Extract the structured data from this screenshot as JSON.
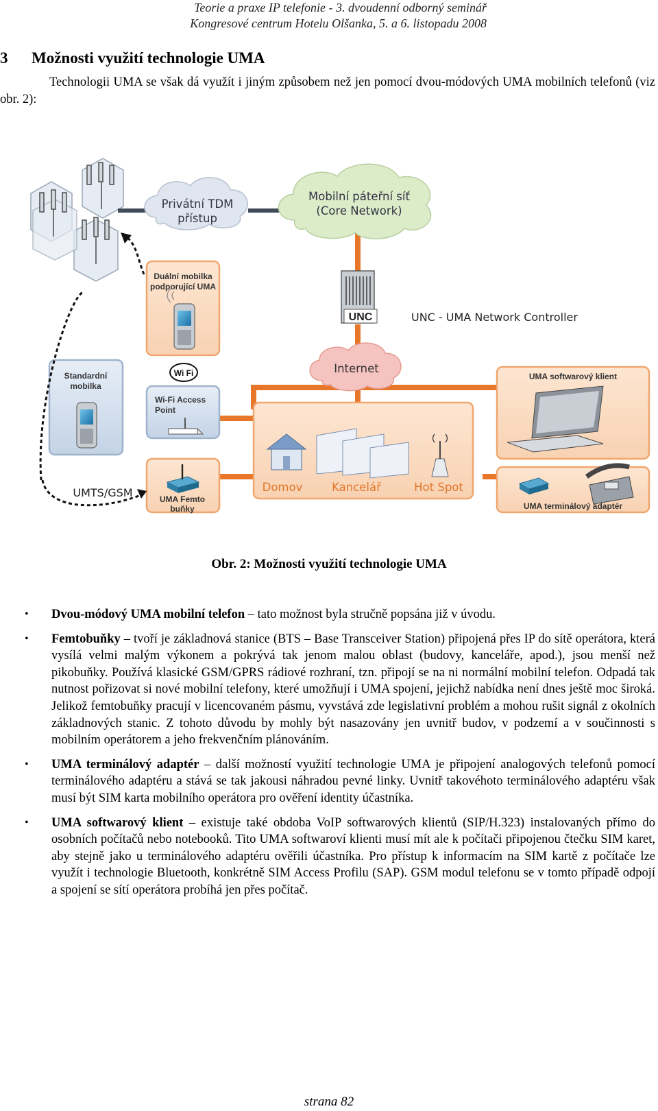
{
  "header": {
    "line1": "Teorie a praxe IP telefonie - 3. dvoudenní odborný seminář",
    "line2": "Kongresové centrum Hotelu Olšanka, 5. a 6. listopadu 2008"
  },
  "section": {
    "number": "3",
    "title": "Možnosti využití technologie UMA"
  },
  "intro": "Technologii UMA se však dá využít i jiným způsobem než jen pomocí dvou-módových UMA mobilních telefonů (viz obr. 2):",
  "figure": {
    "cloud_tdm_1": "Privátní TDM",
    "cloud_tdm_2": "přístup",
    "cloud_core_1": "Mobilní páteřní síť",
    "cloud_core_2": "(Core Network)",
    "dual_1": "Duální mobilka",
    "dual_2": "podporující UMA",
    "unc": "UNC",
    "unc_desc": "UNC - UMA Network Controller",
    "std_1": "Standardní",
    "std_2": "mobilka",
    "wifi_logo": "Wi Fi",
    "wifi_ap_1": "Wi-Fi Access",
    "wifi_ap_2": "Point",
    "internet": "Internet",
    "soft_client": "UMA softwarový klient",
    "domov": "Domov",
    "kancelar": "Kancelář",
    "hotspot": "Hot Spot",
    "umts": "UMTS/GSM",
    "femto_1": "UMA Femto",
    "femto_2": "buňky",
    "term_adapter": "UMA terminálový adaptér"
  },
  "caption": "Obr. 2: Možnosti využití technologie UMA",
  "bullets": [
    {
      "term": "Dvou-módový UMA mobilní telefon",
      "text": " – tato možnost byla stručně popsána již v úvodu."
    },
    {
      "term": "Femtobuňky",
      "text": " – tvoří je základnová stanice (BTS – Base Transceiver Station) připojená přes IP do sítě operátora, která vysílá velmi malým výkonem a pokrývá tak jenom malou oblast (budovy, kanceláře, apod.), jsou menší než pikobuňky. Používá klasické GSM/GPRS rádiové rozhraní, tzn. připojí se na ni normální mobilní telefon. Odpadá tak nutnost pořizovat si nové mobilní telefony, které umožňují i UMA spojení, jejichž nabídka není dnes ještě moc široká. Jelikož femtobuňky pracují v licencovaném pásmu, vyvstává zde legislativní problém a mohou rušit signál z okolních základnových stanic. Z tohoto důvodu by mohly být nasazovány jen uvnitř budov, v podzemí a v součinnosti s mobilním operátorem a jeho frekvenčním plánováním."
    },
    {
      "term": "UMA terminálový adaptér",
      "text": " – další možností využití technologie UMA je připojení analogových telefonů pomocí terminálového adaptéru a stává se tak jakousi náhradou pevné linky. Uvnitř takovéhoto terminálového adaptéru však musí být SIM karta mobilního operátora pro ověření identity účastníka."
    },
    {
      "term": "UMA softwarový klient",
      "text": " – existuje také obdoba VoIP softwarových klientů (SIP/H.323) instalovaných přímo do osobních počítačů nebo notebooků. Tito UMA softwaroví klienti musí mít ale k počítači připojenou čtečku SIM karet, aby stejně jako u terminálového adaptéru ověřili účastníka. Pro přístup k informacím na SIM kartě z počítače lze využít i technologie Bluetooth, konkrétně SIM Access Profilu (SAP). GSM modul telefonu se v tomto případě odpojí a spojení se sítí operátora probíhá jen přes počítač."
    }
  ],
  "footer": "strana 82"
}
